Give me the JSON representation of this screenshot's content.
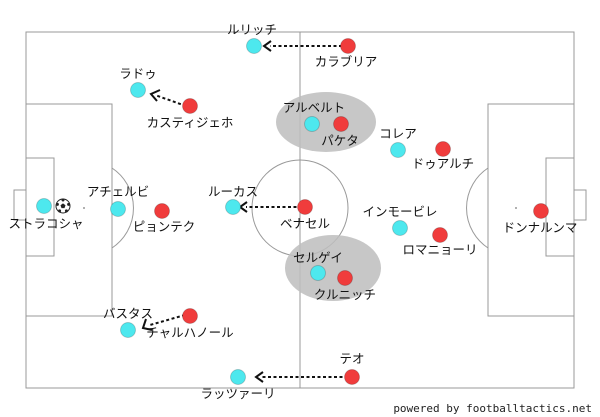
{
  "credit": "powered by footballtactics.net",
  "colors": {
    "home": "#4de8ee",
    "away": "#f03c3c",
    "line": "#999999",
    "zone": "#bdbdbd"
  },
  "ball_icon": "soccer-ball-icon",
  "players": [
    {
      "id": "rurichi",
      "name": "ルリッチ",
      "team": "home"
    },
    {
      "id": "radu",
      "name": "ラドゥ",
      "team": "home"
    },
    {
      "id": "achelubi",
      "name": "アチェルビ",
      "team": "home"
    },
    {
      "id": "strakosha",
      "name": "ストラコシャ",
      "team": "home"
    },
    {
      "id": "lucas",
      "name": "ルーカス",
      "team": "home"
    },
    {
      "id": "aruberuto",
      "name": "アルベルト",
      "team": "home"
    },
    {
      "id": "korea",
      "name": "コレア",
      "team": "home"
    },
    {
      "id": "immobile",
      "name": "インモービレ",
      "team": "home"
    },
    {
      "id": "serugei",
      "name": "セルゲイ",
      "team": "home"
    },
    {
      "id": "basta",
      "name": "バスタス",
      "team": "home"
    },
    {
      "id": "lazzari",
      "name": "ラッツァーリ",
      "team": "home"
    },
    {
      "id": "calabria",
      "name": "カラブリア",
      "team": "away"
    },
    {
      "id": "castillejo",
      "name": "カスティジェホ",
      "team": "away"
    },
    {
      "id": "paqueta",
      "name": "パケタ",
      "team": "away"
    },
    {
      "id": "duarte",
      "name": "ドゥアルチ",
      "team": "away"
    },
    {
      "id": "bennacer",
      "name": "ベナセル",
      "team": "away"
    },
    {
      "id": "piatek",
      "name": "ピョンテク",
      "team": "away"
    },
    {
      "id": "romagnoli",
      "name": "ロマニョーリ",
      "team": "away"
    },
    {
      "id": "donnarumma",
      "name": "ドンナルンマ",
      "team": "away"
    },
    {
      "id": "kessie",
      "name": "クルニッチ",
      "team": "away"
    },
    {
      "id": "calhanoglu",
      "name": "チャルハノール",
      "team": "away"
    },
    {
      "id": "theo",
      "name": "テオ",
      "team": "away"
    }
  ]
}
